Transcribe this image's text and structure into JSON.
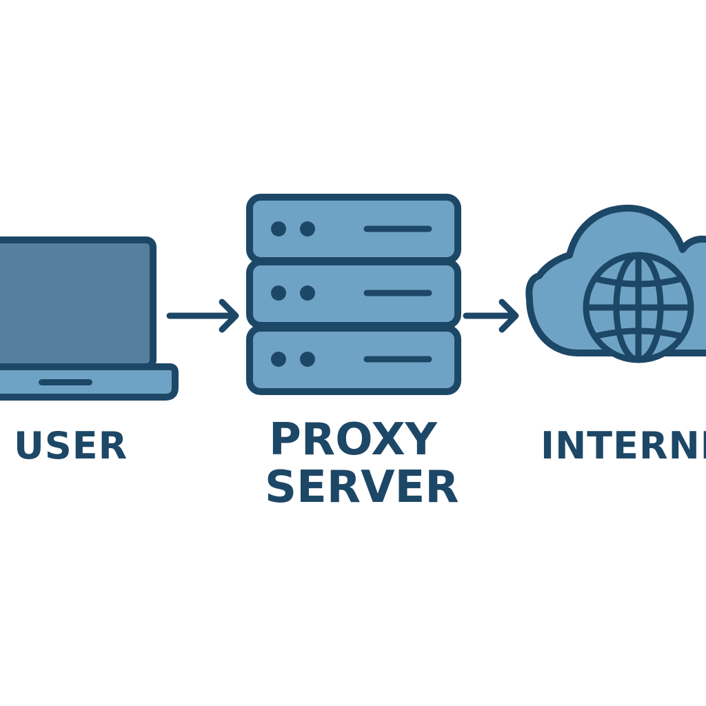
{
  "nodes": {
    "user": {
      "label": "USER",
      "icon": "laptop-icon"
    },
    "proxy": {
      "label_line1": "PROXY",
      "label_line2": "SERVER",
      "icon": "server-rack-icon"
    },
    "internet": {
      "label": "INTERNE",
      "icon": "cloud-globe-icon"
    }
  },
  "edges": [
    {
      "from": "user",
      "to": "proxy",
      "icon": "arrow-right-icon"
    },
    {
      "from": "proxy",
      "to": "internet",
      "icon": "arrow-right-icon"
    }
  ],
  "colors": {
    "outline": "#1d4766",
    "fill_light": "#6fa3c6",
    "fill_screen": "#567f9e",
    "background": "#ffffff"
  }
}
